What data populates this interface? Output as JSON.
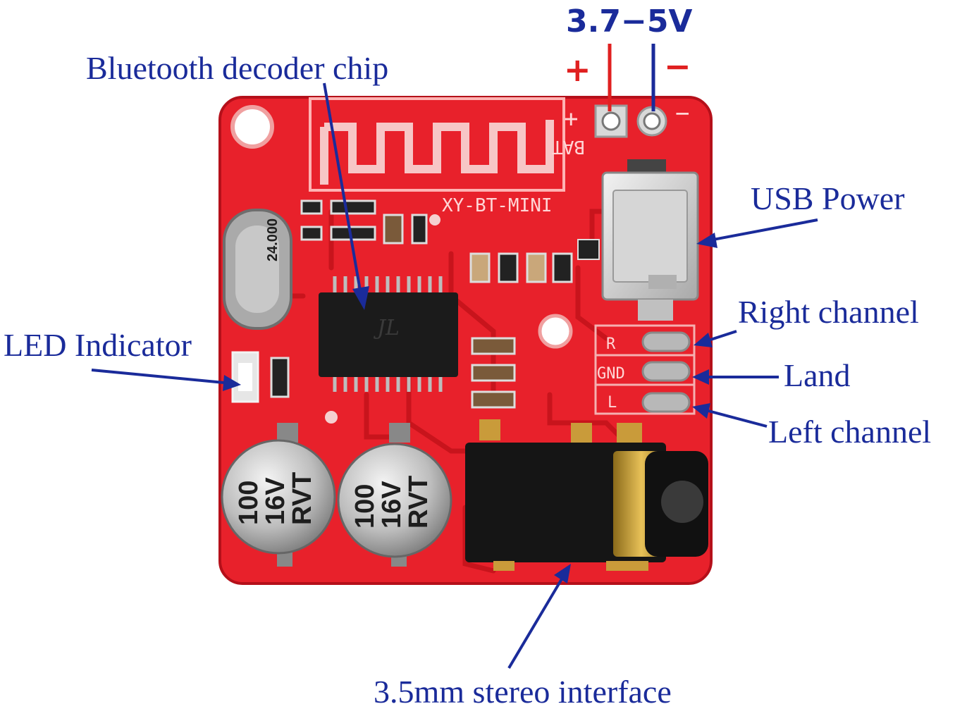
{
  "voltage": {
    "range": "3.7−5V",
    "plus": "+",
    "minus": "−"
  },
  "labels": {
    "bluetooth_chip": "Bluetooth decoder chip",
    "usb_power": "USB Power",
    "right_channel": "Right channel",
    "land": "Land",
    "left_channel": "Left channel",
    "led_indicator": "LED Indicator",
    "stereo_interface": "3.5mm stereo interface"
  },
  "board": {
    "model": "XY-BT-MINI",
    "bat": "BAT",
    "plus": "+",
    "minus": "−",
    "pad_r": "R",
    "pad_gnd": "GND",
    "pad_l": "L",
    "crystal": "24.000",
    "chip_logo": "JL",
    "cap1": [
      "100",
      "16V",
      "RVT"
    ],
    "cap2": [
      "100",
      "16V",
      "RVT"
    ]
  },
  "colors": {
    "pcb": "#e8212b",
    "pcb_dark": "#c8141c",
    "label": "#1a2b9a",
    "plus_sign": "#e02020",
    "minus_sign": "#e02020",
    "wire_plus": "#e02020",
    "wire_minus": "#1a2b9a"
  }
}
